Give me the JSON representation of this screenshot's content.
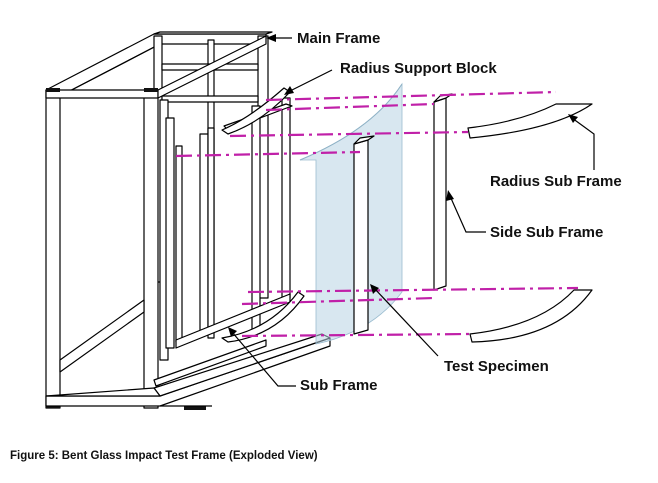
{
  "labels": {
    "main_frame": "Main Frame",
    "radius_support_block": "Radius Support Block",
    "radius_sub_frame": "Radius Sub Frame",
    "side_sub_frame": "Side Sub Frame",
    "test_specimen": "Test Specimen",
    "sub_frame": "Sub Frame"
  },
  "caption": "Figure 5: Bent Glass Impact Test Frame (Exploded View)",
  "colors": {
    "line": "#000000",
    "alignment": "#c020a8",
    "glass": "#b8d4e4",
    "frame_fill": "#ffffff"
  }
}
